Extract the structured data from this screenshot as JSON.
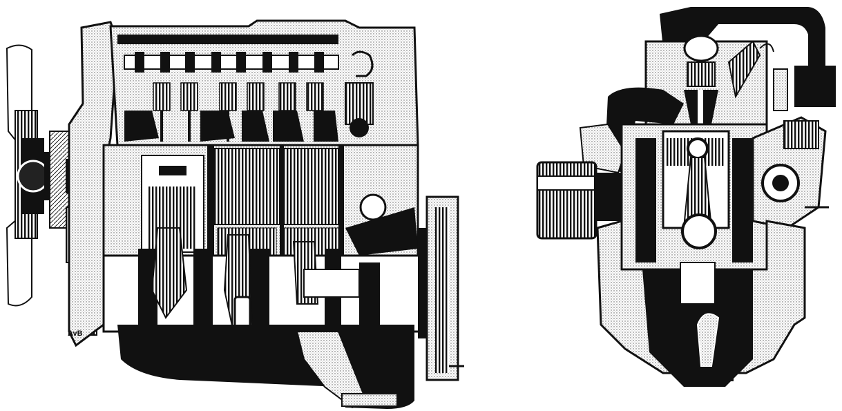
{
  "figure": {
    "views": [
      {
        "id": "side-section",
        "description_visible_text": ""
      },
      {
        "id": "front-section",
        "description_visible_text": ""
      }
    ],
    "stamp_text": "AvB",
    "colors": {
      "ink": "#111111",
      "paper": "#ffffff",
      "halftone": "#777777"
    }
  }
}
